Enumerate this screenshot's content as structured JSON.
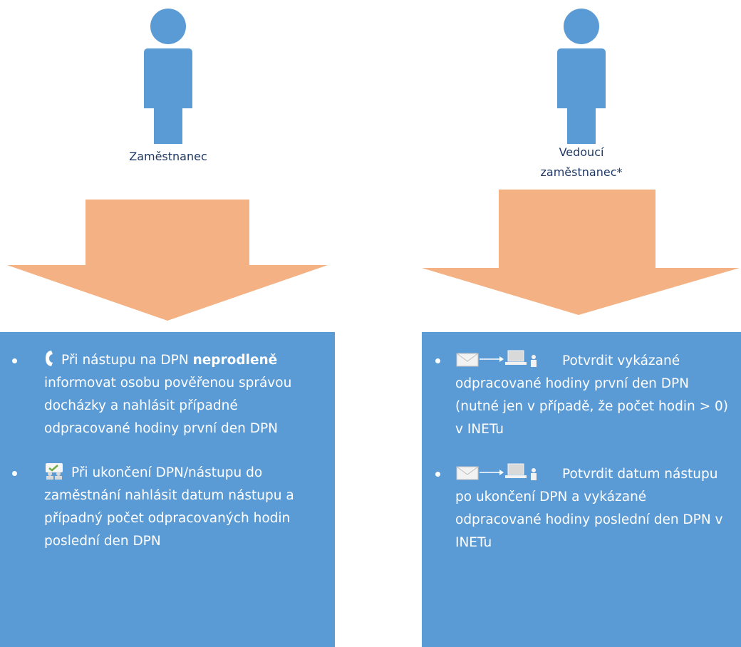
{
  "colors": {
    "person": "#5b9bd5",
    "arrow": "#f4b183",
    "panel": "#5b9bd5",
    "label": "#1f3864",
    "panel_text": "#ffffff"
  },
  "employee": {
    "role": "Zaměstnanec",
    "items": [
      {
        "icon": "phone-icon",
        "pre": "Při nástupu na DPN ",
        "strong": "neprodleně",
        "post": " informovat osobu pověřenou správou docházky a nahlásit případné odpracované hodiny první den DPN"
      },
      {
        "icon": "meeting-people-icon",
        "pre": "Při ukončení DPN/nástupu do zaměstnání nahlásit datum nástupu a případný počet odpracovaných hodin poslední den DPN",
        "strong": "",
        "post": ""
      }
    ]
  },
  "manager": {
    "role": "Vedoucí\nzaměstnanec*",
    "items": [
      {
        "icon": "email-to-computer-icon",
        "text": "Potvrdit vykázané odpracované hodiny první den DPN (nutné jen v případě, že počet hodin > 0) v INETu"
      },
      {
        "icon": "email-to-computer-icon",
        "text": "Potvrdit datum nástupu po ukončení DPN a vykázané odpracované hodiny poslední den DPN v INETu"
      }
    ]
  }
}
